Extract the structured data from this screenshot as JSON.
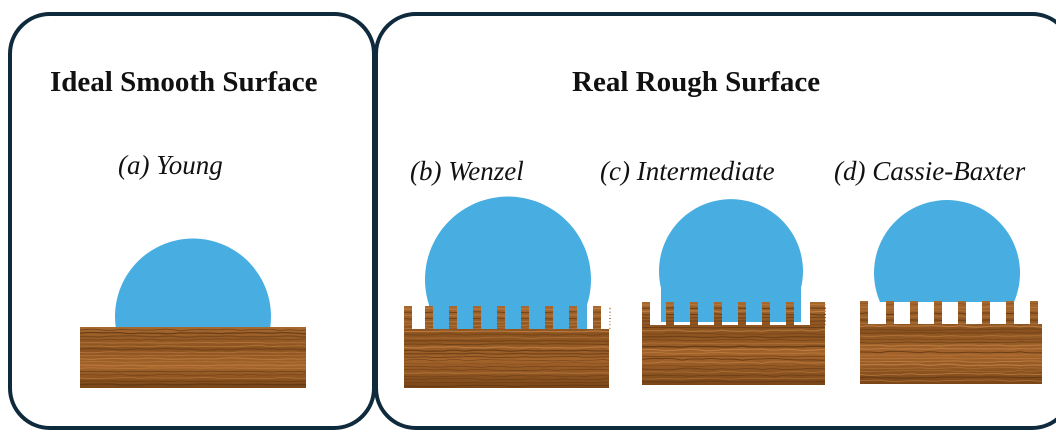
{
  "panels": {
    "smooth": {
      "title": "Ideal Smooth Surface"
    },
    "rough": {
      "title": "Real Rough Surface"
    }
  },
  "states": [
    {
      "key": "young",
      "label": "(a) Young"
    },
    {
      "key": "wenzel",
      "label": "(b) Wenzel"
    },
    {
      "key": "intermediate",
      "label": "(c) Intermediate"
    },
    {
      "key": "cassie",
      "label": "(d) Cassie-Baxter"
    }
  ],
  "colors": {
    "droplet": "#48ade0",
    "wood_base": "#9b5f2a",
    "wood_dark": "#5b3412",
    "wood_light": "#c8874a",
    "border": "#0f2a3c"
  }
}
